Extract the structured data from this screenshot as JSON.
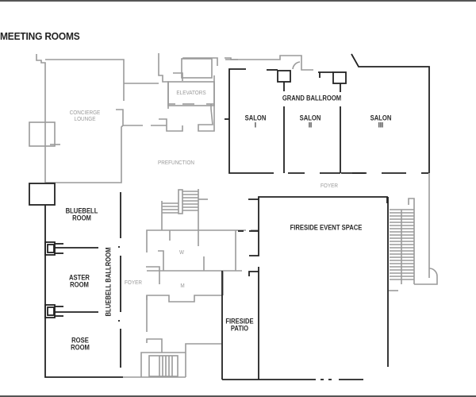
{
  "header": {
    "title": "MEETING ROOMS"
  },
  "colors": {
    "wall_dark": "#222222",
    "wall_light": "#9a9a9a",
    "background": "#ffffff",
    "frame": "#555555"
  },
  "rooms": {
    "concierge_lounge": {
      "line1": "CONCIERGE",
      "line2": "LOUNGE"
    },
    "elevators": {
      "label": "ELEVATORS"
    },
    "prefunction": {
      "label": "PREFUNCTION"
    },
    "grand_ballroom": {
      "label": "GRAND BALLROOM"
    },
    "salon_1": {
      "line1": "SALON",
      "line2": "I"
    },
    "salon_2": {
      "line1": "SALON",
      "line2": "II"
    },
    "salon_3": {
      "line1": "SALON",
      "line2": "III"
    },
    "foyer_top": {
      "label": "FOYER"
    },
    "bluebell_room": {
      "line1": "BLUEBELL",
      "line2": "ROOM"
    },
    "aster_room": {
      "line1": "ASTER",
      "line2": "ROOM"
    },
    "rose_room": {
      "line1": "ROSE",
      "line2": "ROOM"
    },
    "bluebell_ballroom": {
      "label": "BLUEBELL BALLROOM"
    },
    "foyer_left": {
      "label": "FOYER"
    },
    "restroom_w": {
      "label": "W"
    },
    "restroom_m": {
      "label": "M"
    },
    "fireside_event_space": {
      "label": "FIRESIDE EVENT SPACE"
    },
    "fireside_patio": {
      "line1": "FIRESIDE",
      "line2": "PATIO"
    }
  }
}
